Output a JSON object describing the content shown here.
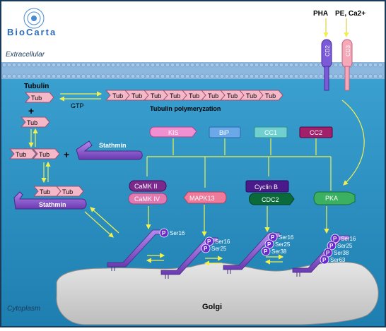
{
  "brand": {
    "logo_text": "BioCarta"
  },
  "regions": {
    "extracellular": "Extracellular",
    "cytoplasm": "Cytoplasm",
    "golgi": "Golgi"
  },
  "receptors": {
    "pha": "PHA",
    "pe_ca": "PE, Ca2+",
    "cd2": "CD2",
    "cd3": "CD3"
  },
  "tubulin": {
    "label": "Tubulin",
    "tub": "Tub",
    "plus": "+",
    "gtp": "GTP",
    "polymerization": "Tubulin polymeryzation"
  },
  "stathmin": {
    "label": "Stathmin",
    "complex_label": "Stathmin"
  },
  "proteins": {
    "kis": "KIS",
    "bip": "BiP",
    "cc1": "CC1",
    "cc2": "CC2",
    "camk2": "CaMK II",
    "camk4": "CaMK IV",
    "mapk13": "MAPK13",
    "cyclin_b": "Cyclin B",
    "cdc2": "CDC2",
    "pka": "PKA"
  },
  "phospho": {
    "p": "P",
    "s1": [
      "Ser16"
    ],
    "s2": [
      "Ser16",
      "Ser25"
    ],
    "s3": [
      "Ser16",
      "Ser25",
      "Ser38"
    ],
    "s4": [
      "Ser16",
      "Ser25",
      "Ser38",
      "Ser63"
    ]
  },
  "colors": {
    "cytoplasm": "#2a8fc0",
    "extracellular": "#ffffff",
    "membrane": "#6aa0d0",
    "tubulin": "#f4b8c8",
    "stathmin": "#8a5ad0",
    "golgi": "#d4d4d4",
    "kis": "#f090d0",
    "bip": "#6aa8e8",
    "cc1": "#70d0d0",
    "cc2": "#a0206a",
    "camk": "#e07ab0",
    "mapk13": "#f07a9a",
    "cyclin_b": "#4a1a8a",
    "cdc2": "#0a6a3a",
    "pka": "#3ab060",
    "arrow": "#f0f050"
  }
}
